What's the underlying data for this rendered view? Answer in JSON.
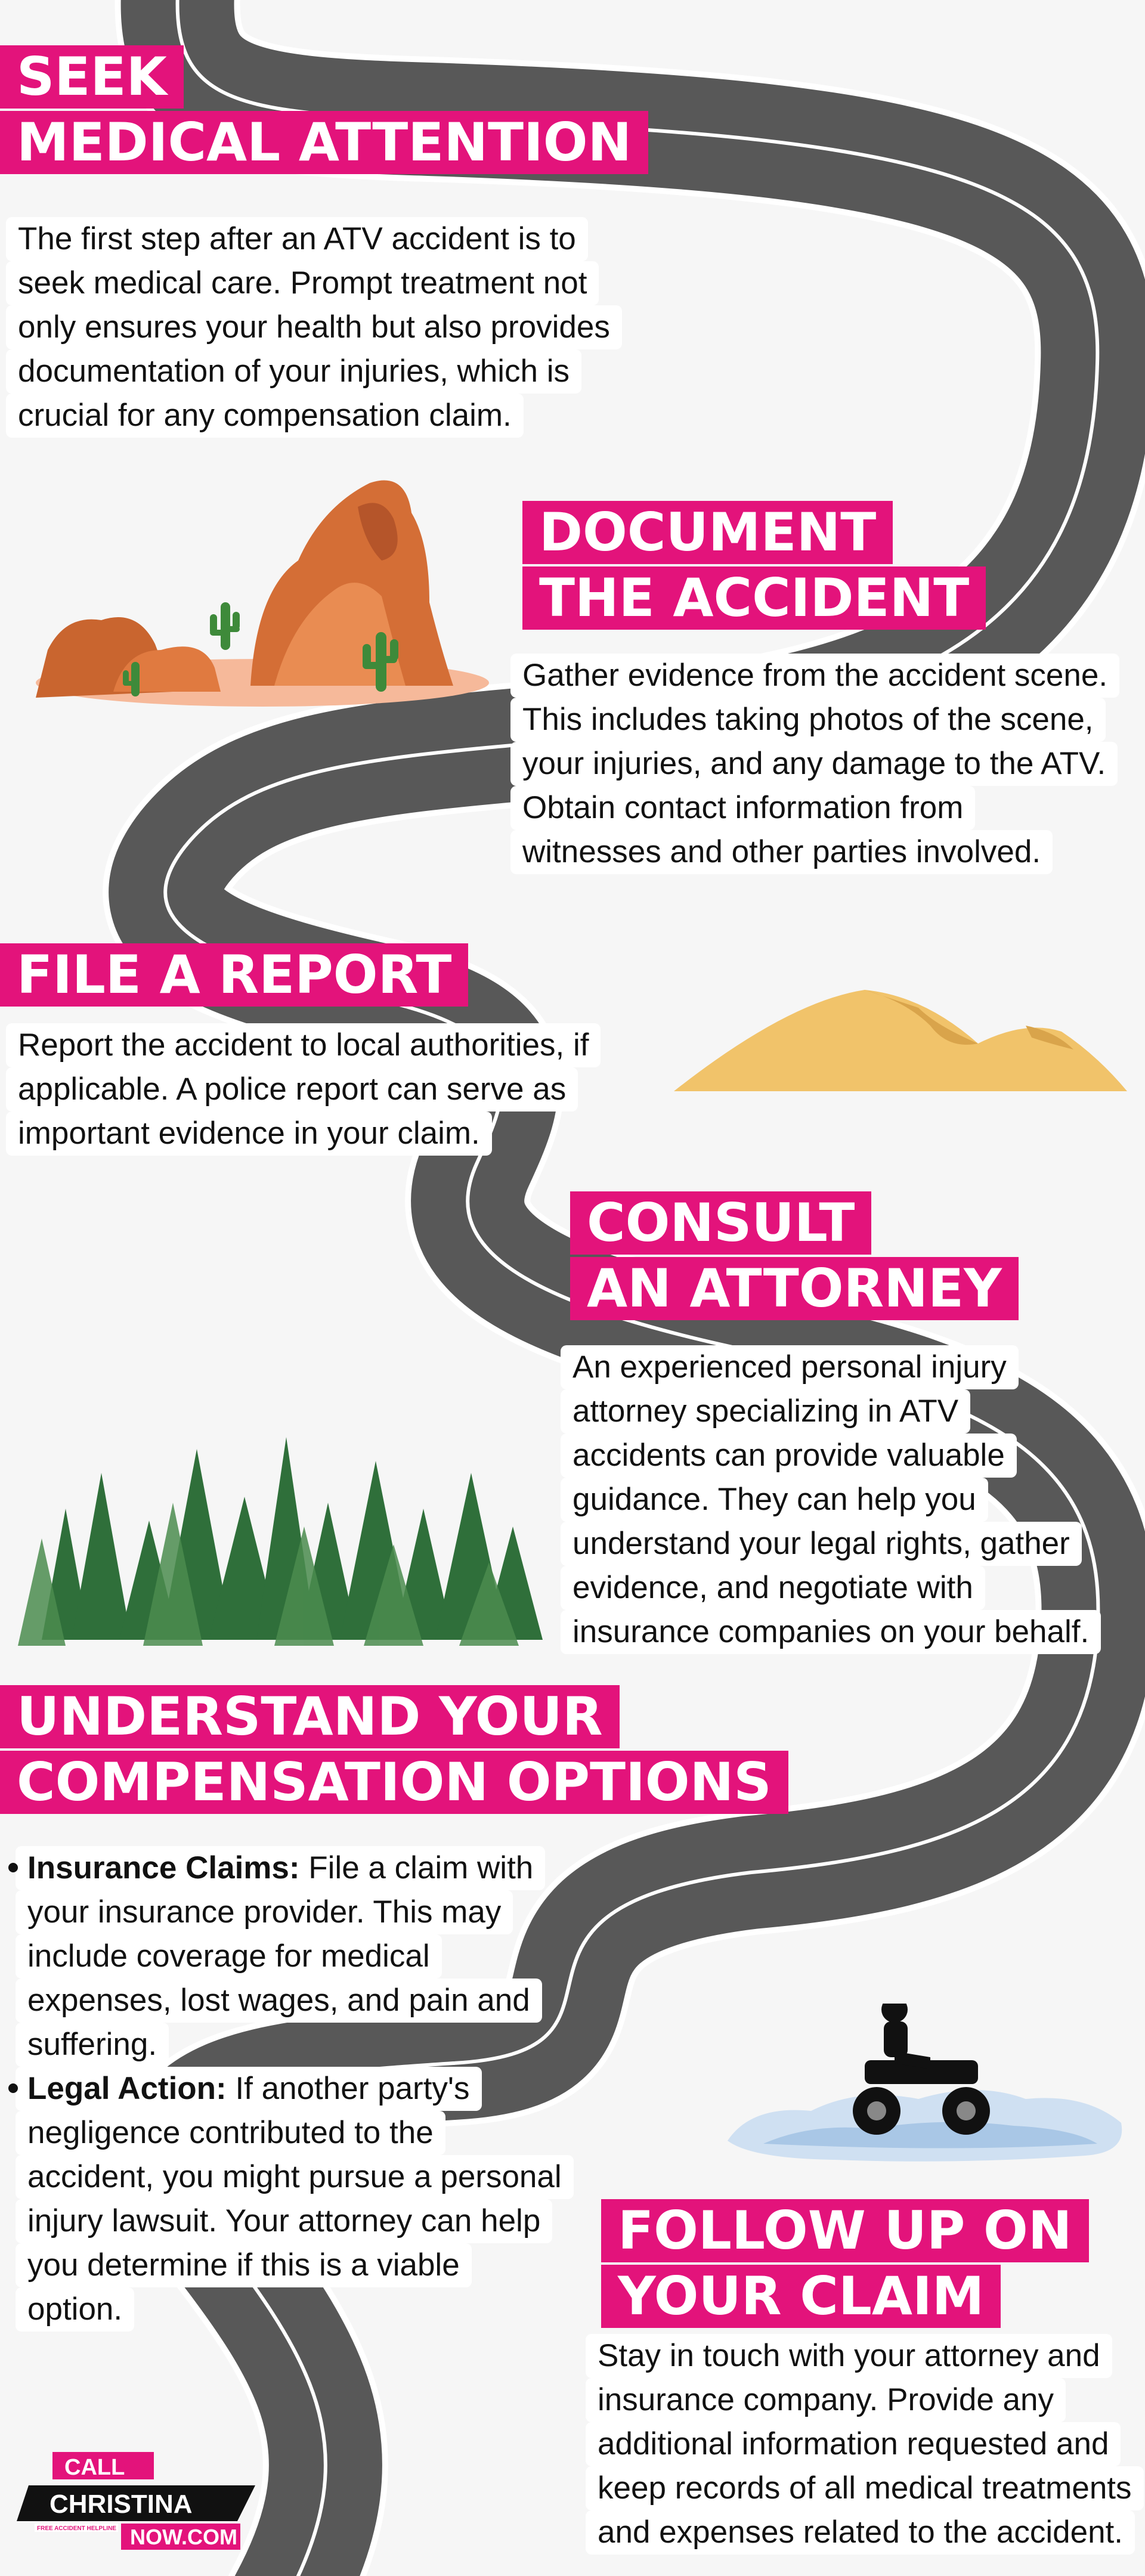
{
  "sections": {
    "seek": {
      "heading": [
        "SEEK",
        "MEDICAL ATTENTION"
      ],
      "body": [
        "The first step after an ATV accident is to",
        "seek medical care. Prompt treatment not",
        "only ensures your health but also provides",
        "documentation of your injuries, which is",
        "crucial for any compensation claim."
      ]
    },
    "document": {
      "heading": [
        "DOCUMENT",
        "THE ACCIDENT"
      ],
      "body": [
        "Gather evidence from the accident scene.",
        "This includes taking photos of the scene,",
        "your injuries, and any damage to the ATV.",
        "Obtain contact information from",
        "witnesses and other parties involved."
      ]
    },
    "report": {
      "heading": [
        "FILE A REPORT"
      ],
      "body": [
        "Report the accident to local authorities, if",
        "applicable. A police report can serve as",
        "important evidence in your claim."
      ]
    },
    "consult": {
      "heading": [
        "CONSULT",
        "AN ATTORNEY"
      ],
      "body": [
        "An experienced personal injury",
        "attorney specializing in ATV",
        "accidents can provide valuable",
        "guidance. They can help you",
        "understand your legal rights, gather",
        "evidence, and negotiate with",
        "insurance companies on your behalf."
      ]
    },
    "options": {
      "heading": [
        "UNDERSTAND YOUR",
        "COMPENSATION OPTIONS"
      ],
      "items": [
        {
          "label": "Insurance Claims:",
          "first": " File a claim with",
          "lines": [
            "your insurance provider. This may",
            "include coverage for medical",
            "expenses, lost wages, and pain and",
            "suffering."
          ]
        },
        {
          "label": "Legal Action:",
          "first": " If another party's",
          "lines": [
            "negligence contributed to the",
            "accident, you might pursue a personal",
            "injury lawsuit. Your attorney can help",
            "you determine if this is a viable",
            "option."
          ]
        }
      ]
    },
    "followup": {
      "heading": [
        "FOLLOW UP ON",
        "YOUR CLAIM"
      ],
      "body": [
        "Stay in touch with your attorney and",
        "insurance company. Provide any",
        "additional information requested and",
        "keep records of all medical treatments",
        "and expenses related to the accident."
      ]
    }
  },
  "logo": {
    "line1": "CALL",
    "line2": "CHRISTINA",
    "tagline": "FREE ACCIDENT HELPLINE",
    "line3": "NOW.COM"
  },
  "colors": {
    "accent": "#e3137b",
    "road": "#585858",
    "background": "#f6f6f6"
  }
}
